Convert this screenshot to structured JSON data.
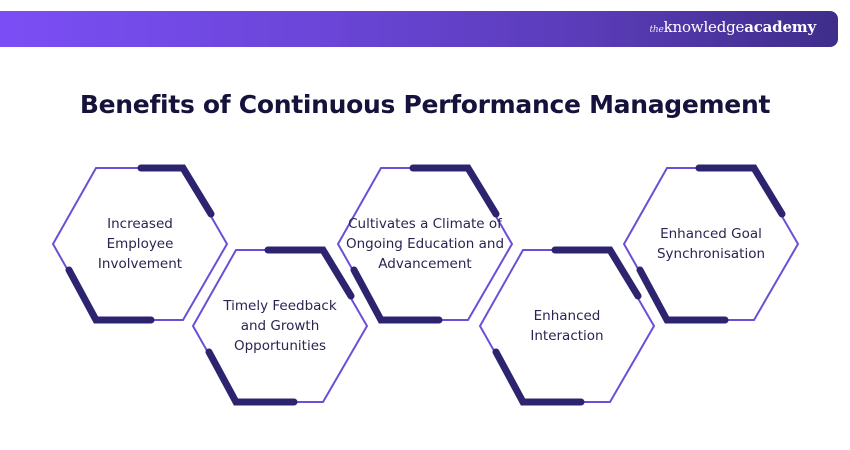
{
  "header": {
    "logo": {
      "the": "the",
      "knowledge": "knowledge",
      "academy": "academy"
    },
    "colors": {
      "gradient_start": "#7b4ef5",
      "gradient_end": "#3f2d8a"
    }
  },
  "title": "Benefits of Continuous Performance Management",
  "diagram": {
    "colors": {
      "outline": "#6c4fd6",
      "accent": "#2d2470",
      "text": "#2a2550"
    },
    "items": [
      {
        "label": "Increased Employee Involvement"
      },
      {
        "label": "Timely Feedback and Growth Opportunities"
      },
      {
        "label": "Cultivates a Climate of Ongoing Education and Advancement"
      },
      {
        "label": "Enhanced Interaction"
      },
      {
        "label": "Enhanced Goal Synchronisation"
      }
    ]
  }
}
